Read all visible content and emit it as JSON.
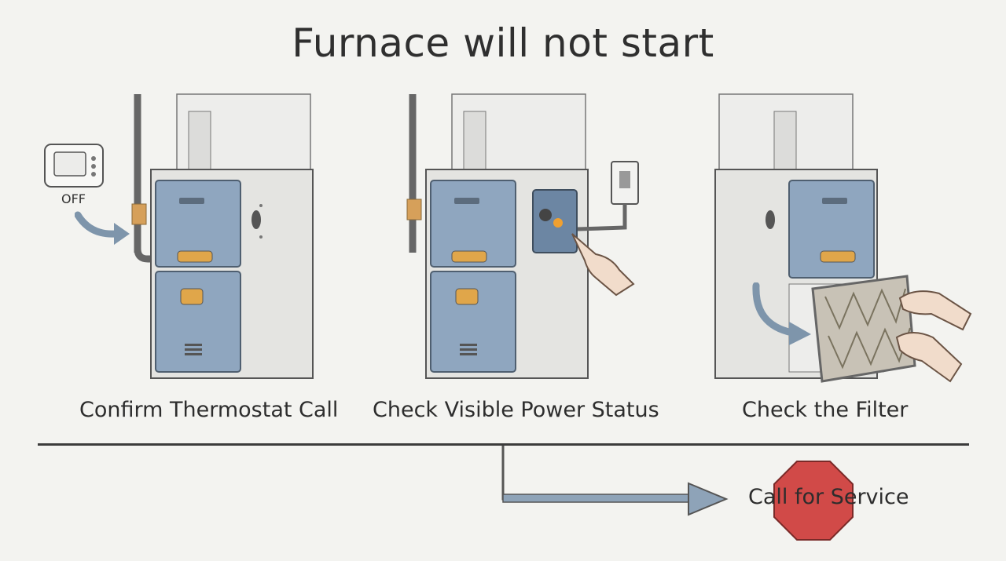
{
  "title": "Furnace will not start",
  "steps": [
    {
      "label": "Confirm Thermostat Call",
      "icon": "thermostat-icon"
    },
    {
      "label": "Check Visible Power Status",
      "icon": "power-switch-icon"
    },
    {
      "label": "Check the Filter",
      "icon": "filter-icon"
    }
  ],
  "thermostat": {
    "display": "OFF"
  },
  "outcome": {
    "label": "Call for Service",
    "icon": "stop-sign-icon"
  },
  "colors": {
    "background": "#f3f3f0",
    "panel_blue": "#8fa6bf",
    "cabinet": "#e4e4e1",
    "arrow": "#7e95ab",
    "stop_red": "#d14a48",
    "line": "#3b3b3b"
  }
}
